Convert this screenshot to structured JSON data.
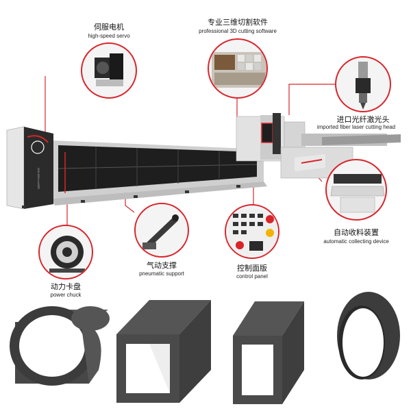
{
  "features": {
    "servo": {
      "cn": "伺服电机",
      "en": "high-speed servo",
      "icon": "servo-motor-icon"
    },
    "software": {
      "cn": "专业三维切割软件",
      "en": "professional 3D cutting software",
      "icon": "software-screen-icon"
    },
    "cutting_head": {
      "cn": "进口光纤激光头",
      "en": "imported fiber laser cutting head",
      "icon": "laser-head-icon"
    },
    "collecting": {
      "cn": "自动收料装置",
      "en": "automatic collecting device",
      "icon": "collector-icon"
    },
    "control": {
      "cn": "控制面版",
      "en": "control panel",
      "icon": "control-panel-icon"
    },
    "support": {
      "cn": "气动支撑",
      "en": "pneumatic support",
      "icon": "pneumatic-arm-icon"
    },
    "chuck": {
      "cn": "动力卡盘",
      "en": "power chuck",
      "icon": "chuck-icon"
    }
  },
  "machine": {
    "side_text": "GOLDEN LASER"
  },
  "tubes": [
    {
      "shape": "round",
      "icon": "round-tube-icon"
    },
    {
      "shape": "square",
      "icon": "square-tube-icon"
    },
    {
      "shape": "rectangular",
      "icon": "rect-tube-icon"
    },
    {
      "shape": "oval",
      "icon": "oval-tube-icon"
    }
  ],
  "colors": {
    "accent": "#d8252b",
    "machine_body": "#d9d9d9",
    "machine_dark": "#3a3a3a",
    "tube": "#4a4a4a"
  }
}
